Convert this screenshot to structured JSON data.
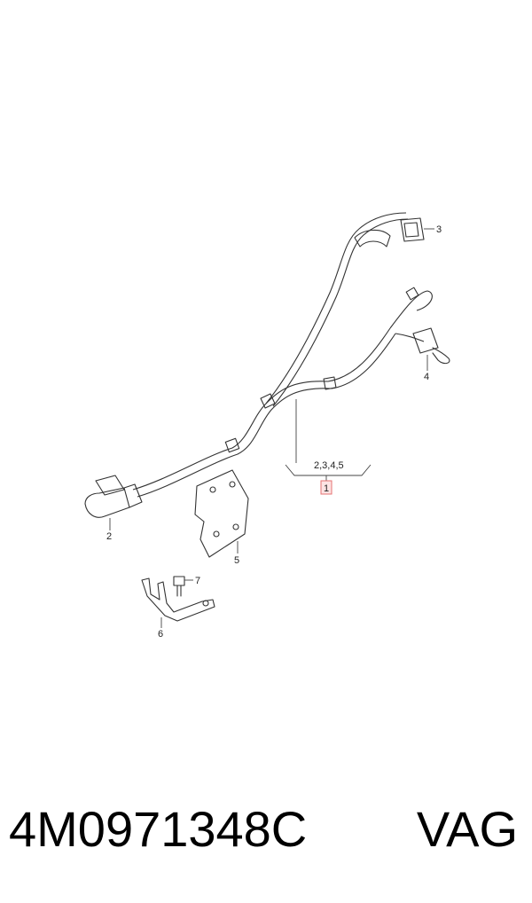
{
  "diagram": {
    "callouts": {
      "c1": "1",
      "c2": "2",
      "c3": "3",
      "c4": "4",
      "c5": "5",
      "c6": "6",
      "c7": "7",
      "group": "2,3,4,5"
    },
    "colors": {
      "line": "#333333",
      "highlight_fill": "#fde3e3",
      "highlight_border": "#e57373"
    }
  },
  "footer": {
    "part_number": "4M0971348C",
    "brand": "VAG"
  }
}
